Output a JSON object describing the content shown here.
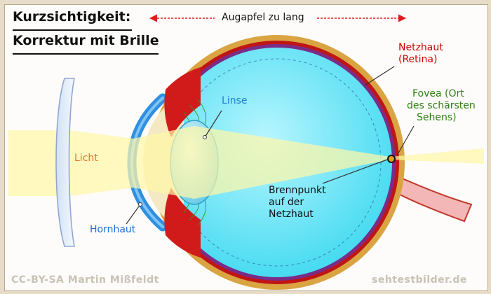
{
  "title": {
    "line1": "Kurzsichtigkeit:",
    "line2": "Korrektur mit Brille"
  },
  "labels": {
    "eyeball_length": "Augapfel zu lang",
    "retina_line1": "Netzhaut",
    "retina_line2": "(Retina)",
    "fovea_line1": "Fovea (Ort",
    "fovea_line2": "des schärsten",
    "fovea_line3": "Sehens)",
    "lens": "Linse",
    "light": "Licht",
    "cornea": "Hornhaut",
    "focal_line1": "Brennpunkt",
    "focal_line2": "auf der",
    "focal_line3": "Netzhaut"
  },
  "credits": {
    "license": "CC-BY-SA Martin Mißfeldt",
    "site": "sehtestbilder.de"
  },
  "colors": {
    "retina_label": "#cc0000",
    "fovea_label": "#2e7d14",
    "lens_label": "#1e7fd6",
    "light_label": "#e8732a",
    "cornea_label": "#1e6fd6",
    "arrow": "#e01b1b",
    "light_beam": "#fff6a8",
    "vitreous": "#5fe3f5",
    "sclera": "#d9a441",
    "choroid": "#c01515",
    "optic_nerve": "#f2b3b3"
  }
}
